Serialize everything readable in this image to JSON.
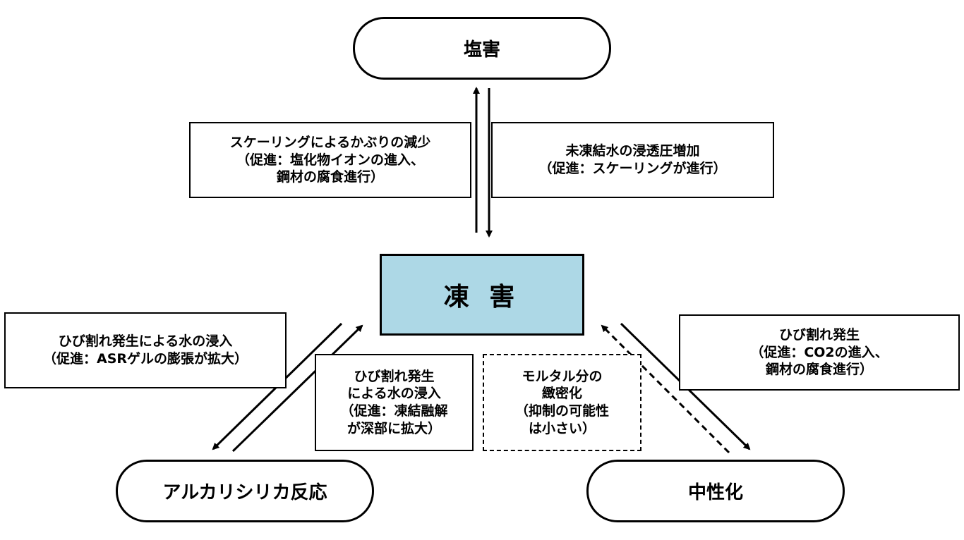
{
  "nodes": {
    "top": "塩害",
    "center": "凍 害",
    "bottom_left": "アルカリシリカ反応",
    "bottom_right": "中性化"
  },
  "colors": {
    "center_fill": "#add8e6"
  },
  "labels": {
    "top_left": [
      "スケーリングによるかぶりの減少",
      "（促進：塩化物イオンの進入、",
      "鋼材の腐食進行）"
    ],
    "top_right": [
      "未凍結水の浸透圧増加",
      "（促進：スケーリングが進行）"
    ],
    "left_outer": [
      "ひび割れ発生による水の浸入",
      "（促進：ASRゲルの膨張が拡大）"
    ],
    "left_inner": [
      "ひび割れ発生",
      "による水の浸入",
      "（促進：凍結融解",
      "が深部に拡大）"
    ],
    "middle_dashed": [
      "モルタル分の",
      "緻密化",
      "（抑制の可能性",
      "は小さい）"
    ],
    "right": [
      "ひび割れ発生",
      "（促進：CO2の進入、",
      "鋼材の腐食進行）"
    ]
  }
}
